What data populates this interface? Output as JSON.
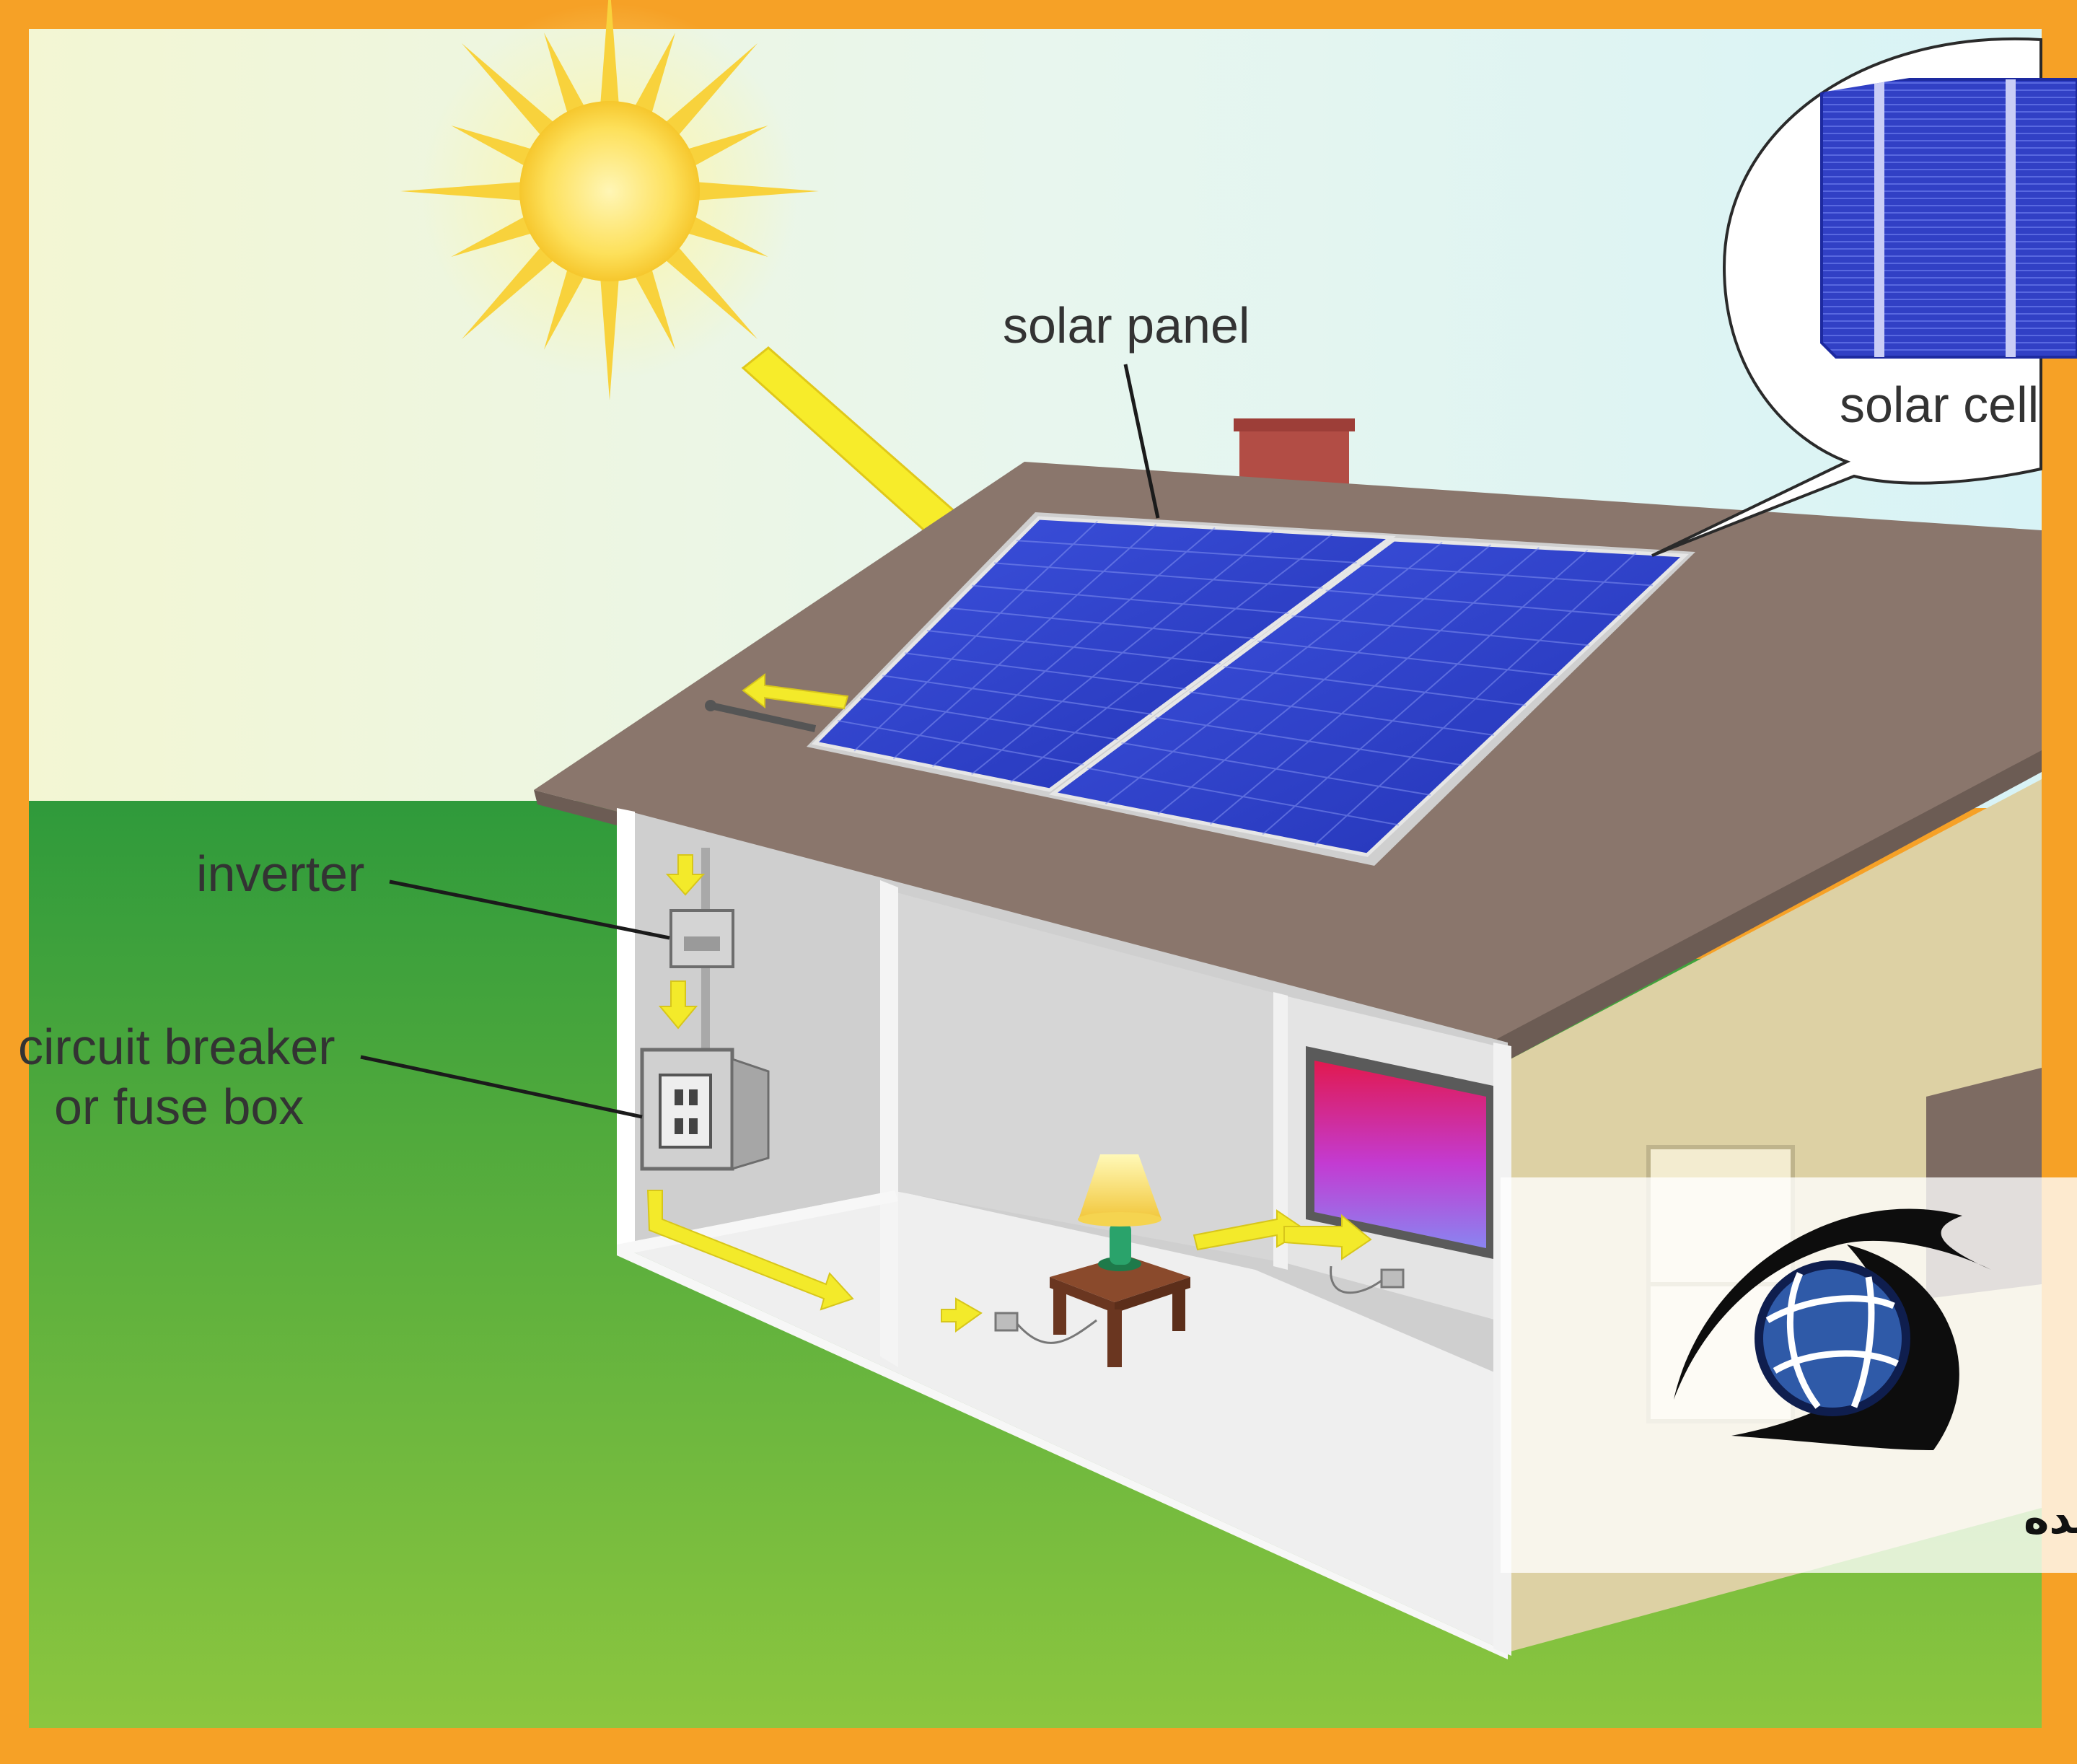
{
  "labels": {
    "solar_panel": "solar panel",
    "solar_cell": "solar cell",
    "inverter": "inverter",
    "circuit_breaker_line1": "circuit breaker",
    "circuit_breaker_line2": "or fuse box"
  },
  "watermark": {
    "text": "گروه انرژی سازان آینده",
    "logo_icon": "eye-globe-logo"
  },
  "colors": {
    "frame": "#f6a126",
    "sky": "#e4f6f4",
    "grass": "#4aa33a",
    "roof": "#8a766c",
    "wall": "#ddd1a4",
    "panel": "#2f40c8",
    "energy_arrow": "#f3ea2a"
  }
}
